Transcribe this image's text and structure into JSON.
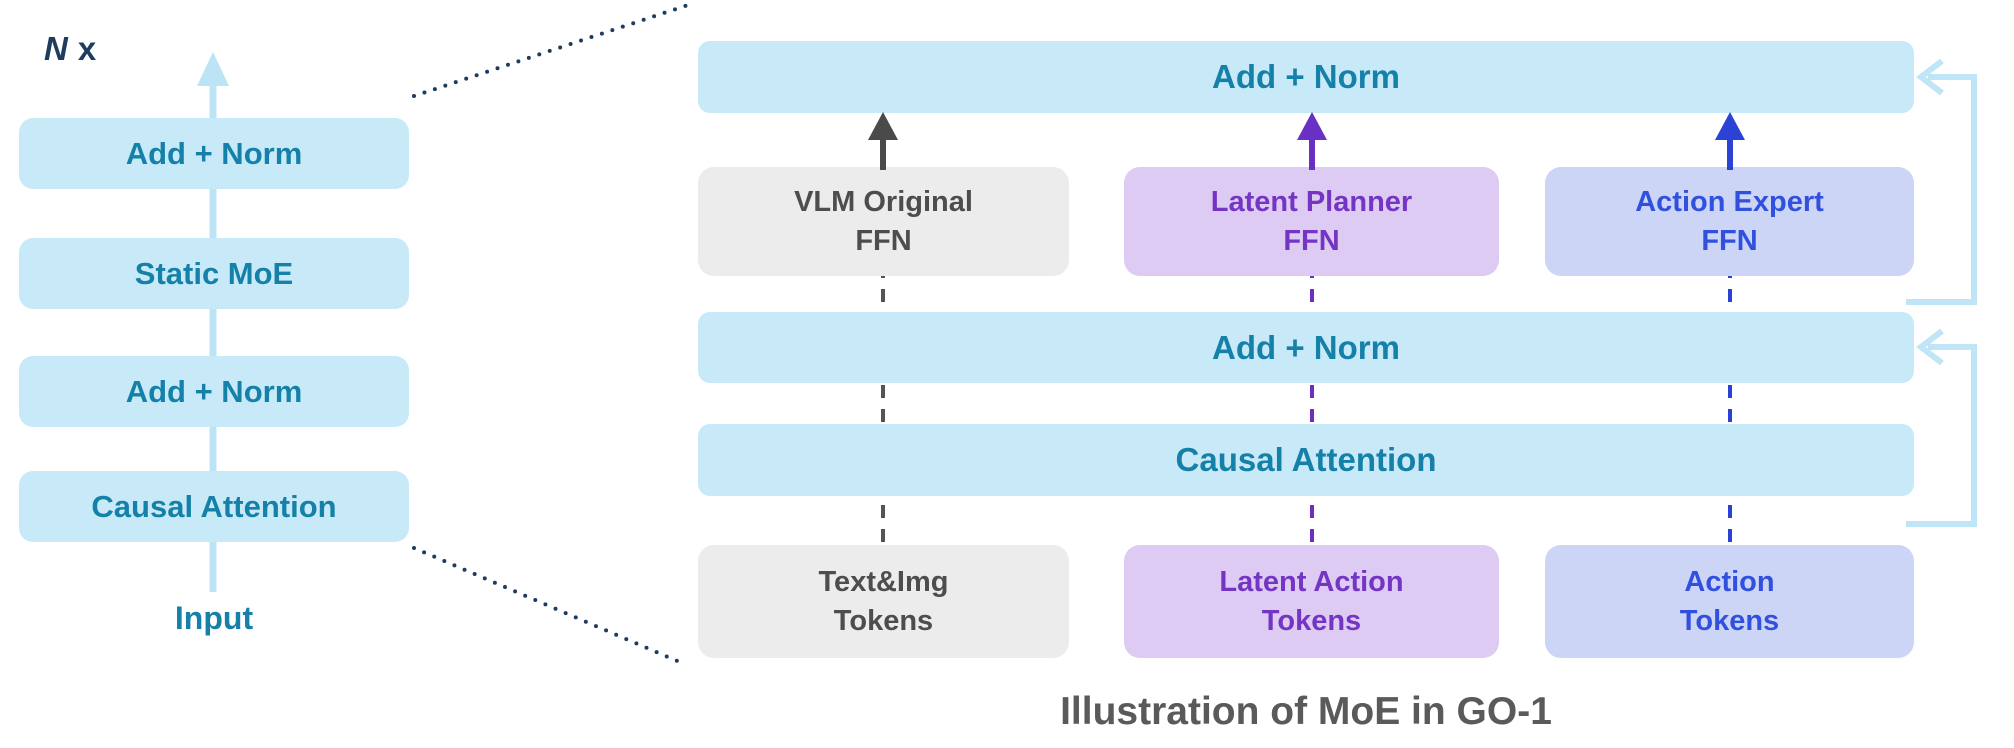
{
  "palette": {
    "box_blue": "#c8eaf8",
    "box_gray": "#ececec",
    "box_purple": "#ddcbf3",
    "box_lavender": "#cdd5f6",
    "text_teal": "#1580a8",
    "text_gray": "#4d4d4d",
    "text_purple": "#7434c4",
    "text_blue": "#3050dd",
    "arrow_gray": "#4a4a4a",
    "arrow_purple": "#6930c3",
    "arrow_blue": "#2b43d4",
    "residual_blue": "#bfe5f7",
    "dotted_navy": "#1d3c5e",
    "caption_gray": "#5a5a5a"
  },
  "left_stack": {
    "repeat_prefix": "N",
    "repeat_suffix": "x",
    "blocks": [
      {
        "label": "Add + Norm"
      },
      {
        "label": "Static MoE"
      },
      {
        "label": "Add + Norm"
      },
      {
        "label": "Causal Attention"
      }
    ],
    "input_label": "Input"
  },
  "detail": {
    "top_add_norm": "Add + Norm",
    "experts": [
      {
        "line1": "VLM Original",
        "line2": "FFN"
      },
      {
        "line1": "Latent Planner",
        "line2": "FFN"
      },
      {
        "line1": "Action Expert",
        "line2": "FFN"
      }
    ],
    "mid_add_norm": "Add + Norm",
    "causal_attention": "Causal Attention",
    "tokens": [
      {
        "line1": "Text&Img",
        "line2": "Tokens"
      },
      {
        "line1": "Latent Action",
        "line2": "Tokens"
      },
      {
        "line1": "Action",
        "line2": "Tokens"
      }
    ]
  },
  "caption": "Illustration of MoE in GO-1"
}
